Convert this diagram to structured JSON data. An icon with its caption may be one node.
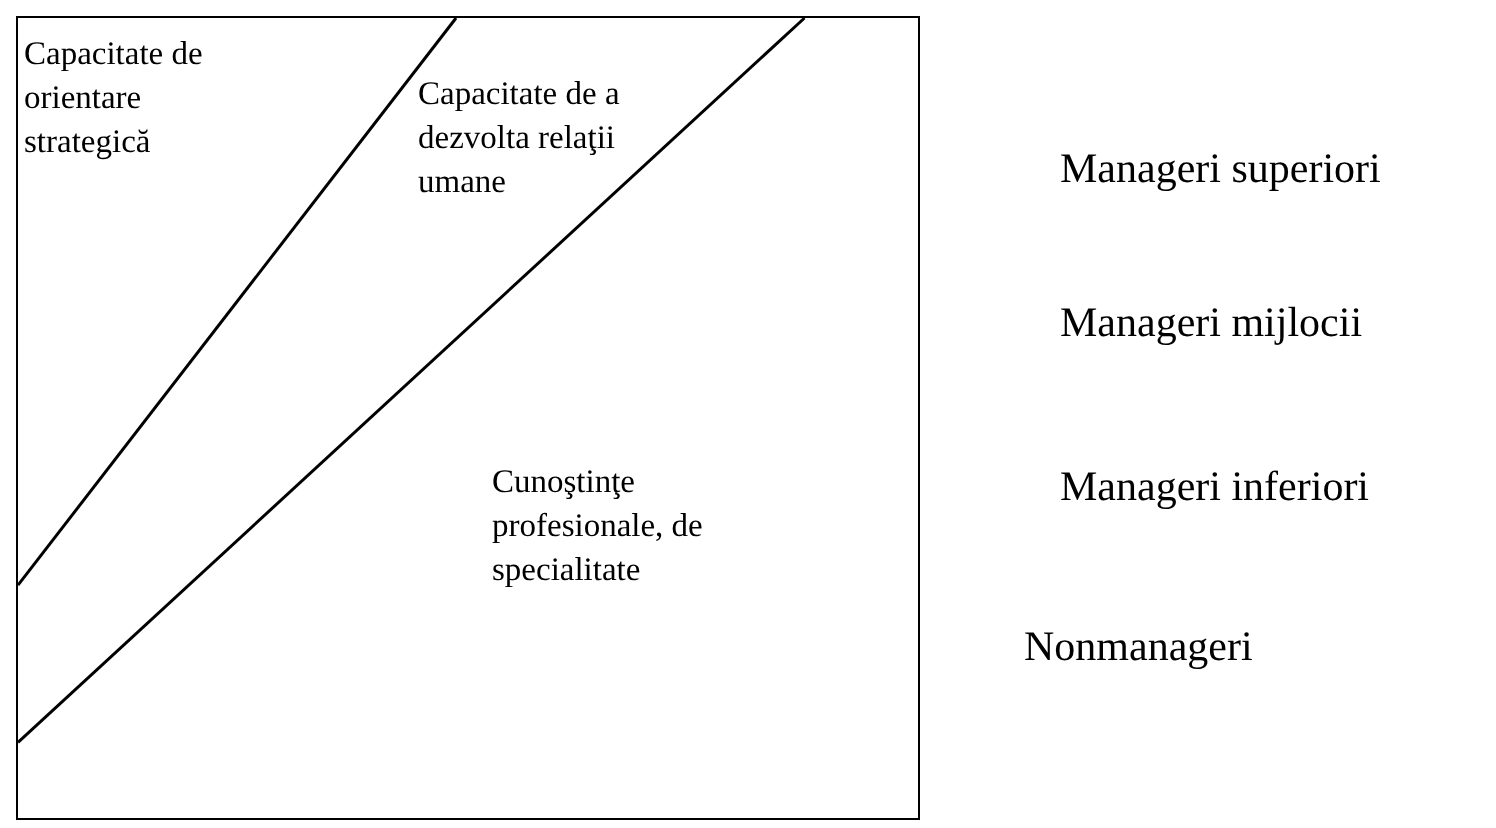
{
  "diagram": {
    "nodes": [
      {
        "text": [
          "Capacitate de orientare strategică",
          "Capacitate de a dezvolta relaţii umane",
          "Cunoştinţe profesionale, de specialitate"
        ]
      }
    ],
    "labels": [
      "Manageri superiori",
      "Manageri mijlocii",
      "Manageri inferiori",
      "Nonmanageri"
    ]
  }
}
